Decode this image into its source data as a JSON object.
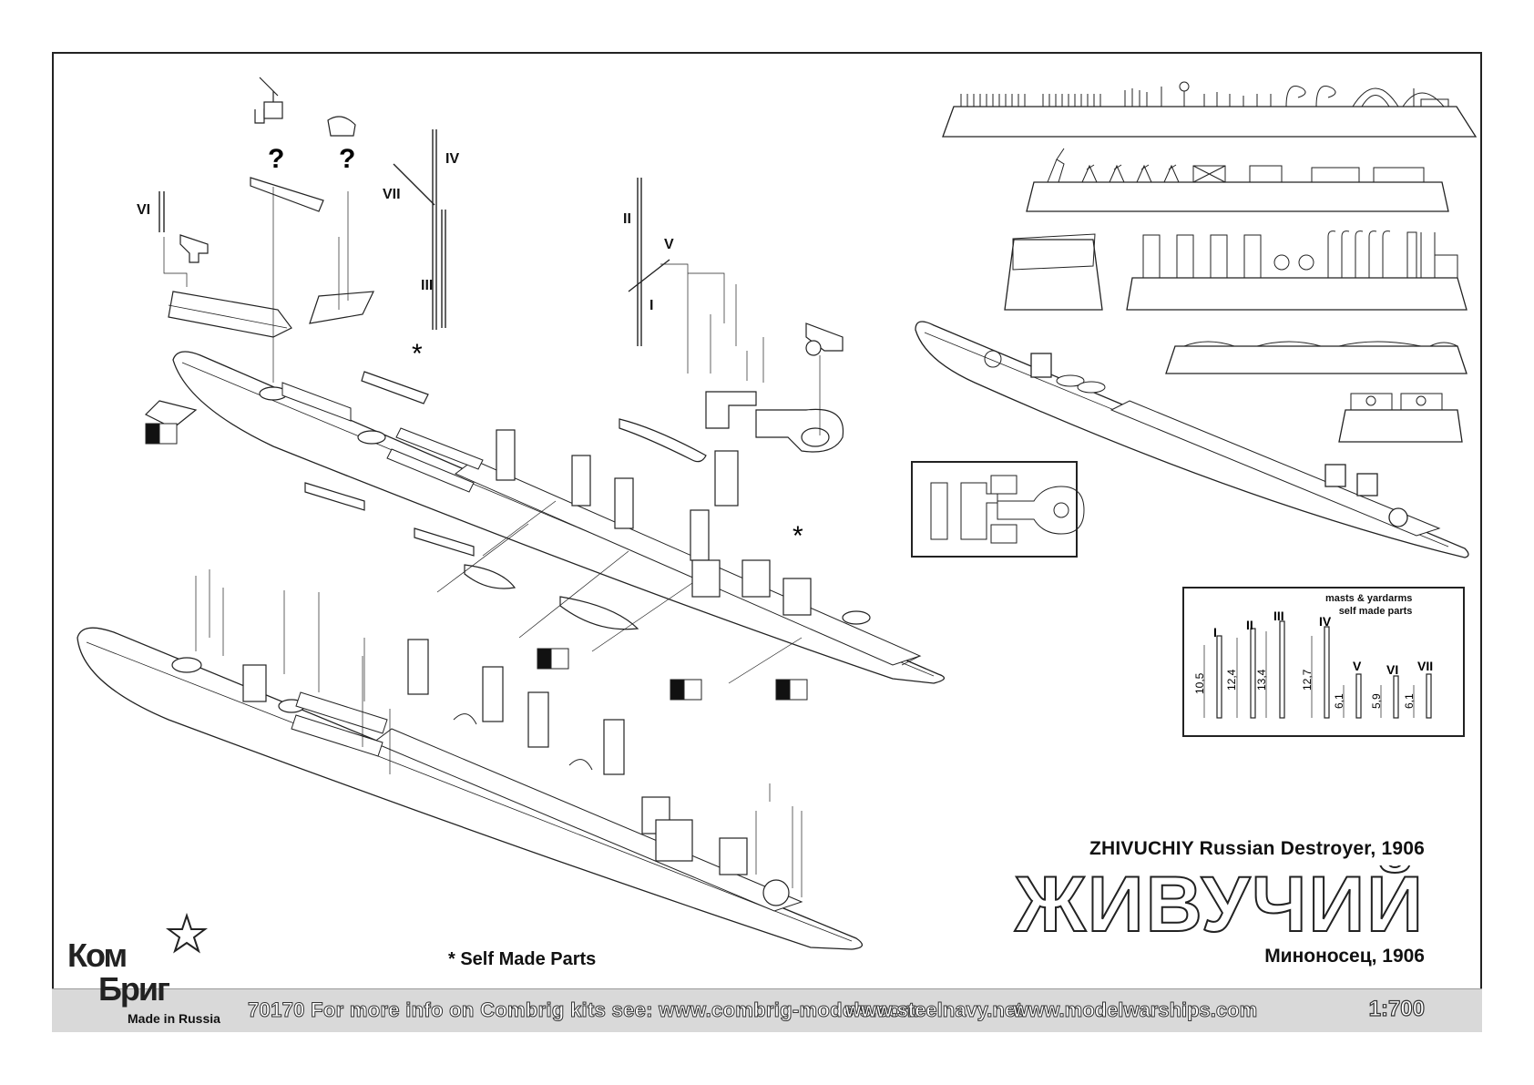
{
  "title_en": "ZHIVUCHIY Russian Destroyer, 1906",
  "title_ru_big": "ЖИВУЧИЙ",
  "subtitle_ru": "Миноносец, 1906",
  "self_made_note": "* Self Made Parts",
  "footer": {
    "kit_info": "70170  For more info on Combrig kits see:   www.combrig-models.com",
    "url2": "www.steelnavy.net",
    "url3": "www.modelwarships.com",
    "scale": "1:700"
  },
  "logo": {
    "top": "Ком",
    "bottom": "Бриг",
    "made_in": "Made in Russia"
  },
  "labels": {
    "q1": "?",
    "q2": "?",
    "star_main": "*",
    "star_mast": "*",
    "roman_vi": "VI",
    "roman_vii": "VII",
    "roman_iv": "IV",
    "roman_iii": "III",
    "roman_ii": "II",
    "roman_v": "V",
    "roman_i": "I"
  },
  "mast_table": {
    "title_line1": "masts & yardarms",
    "title_line2": "self made parts",
    "masts": [
      {
        "name": "I",
        "length": "10,5"
      },
      {
        "name": "II",
        "length": "12,4"
      },
      {
        "name": "III",
        "length": "13,4"
      },
      {
        "name": "IV",
        "length": "12,7"
      },
      {
        "name": "V",
        "length": "6,1"
      },
      {
        "name": "VI",
        "length": "5,9"
      },
      {
        "name": "VII",
        "length": "6,1"
      }
    ]
  }
}
